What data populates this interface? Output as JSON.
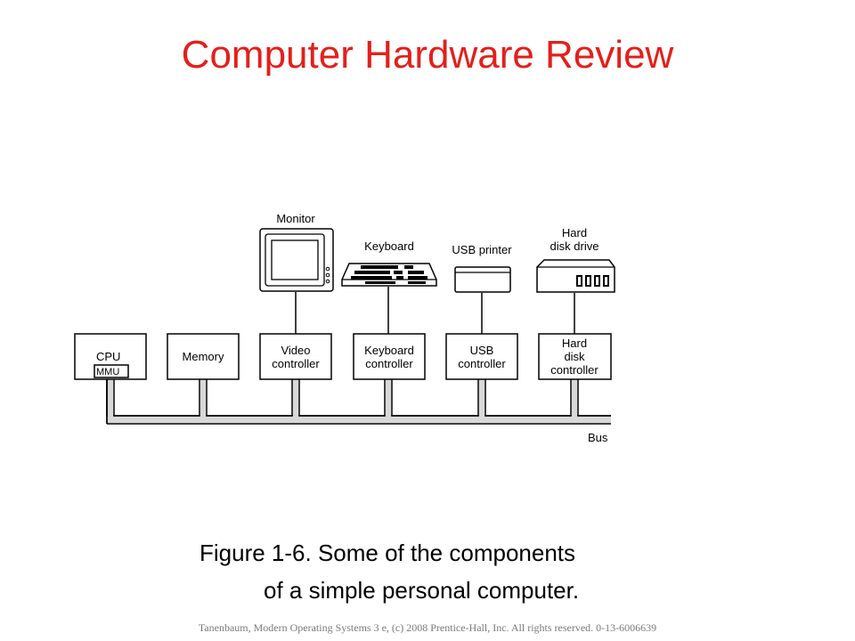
{
  "slide": {
    "title": "Computer Hardware Review",
    "caption_line1": "Figure 1-6. Some of the components",
    "caption_line2": "of a simple personal computer.",
    "footer": "Tanenbaum, Modern Operating Systems 3 e, (c) 2008 Prentice-Hall, Inc. All rights reserved. 0-13-6006639",
    "title_color": "#e41f1a"
  },
  "diagram": {
    "controllers": {
      "cpu": "CPU",
      "mmu": "MMU",
      "memory": "Memory",
      "video_l1": "Video",
      "video_l2": "controller",
      "keyboard_l1": "Keyboard",
      "keyboard_l2": "controller",
      "usb_l1": "USB",
      "usb_l2": "controller",
      "disk_l1": "Hard",
      "disk_l2": "disk",
      "disk_l3": "controller"
    },
    "devices": {
      "monitor": "Monitor",
      "keyboard": "Keyboard",
      "printer": "USB printer",
      "disk_l1": "Hard",
      "disk_l2": "disk drive"
    },
    "bus_label": "Bus"
  }
}
